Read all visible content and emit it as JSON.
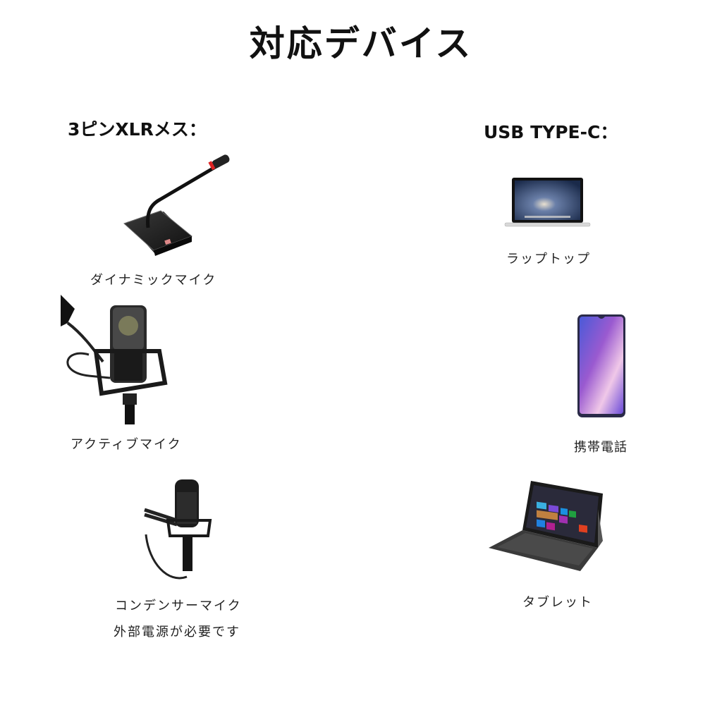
{
  "title": "対応デバイス",
  "left_section": {
    "heading": "3ピンXLRメス：",
    "items": [
      {
        "label": "ダイナミックマイク",
        "icon": "gooseneck-microphone-icon"
      },
      {
        "label": "アクティブマイク",
        "icon": "studio-microphone-icon"
      },
      {
        "label": "コンデンサーマイク",
        "note": "外部電源が必要です",
        "icon": "condenser-microphone-icon"
      }
    ]
  },
  "right_section": {
    "heading": "USB TYPE-C：",
    "items": [
      {
        "label": "ラップトップ",
        "icon": "laptop-icon"
      },
      {
        "label": "携帯電話",
        "icon": "smartphone-icon"
      },
      {
        "label": "タブレット",
        "icon": "tablet-icon"
      }
    ]
  }
}
